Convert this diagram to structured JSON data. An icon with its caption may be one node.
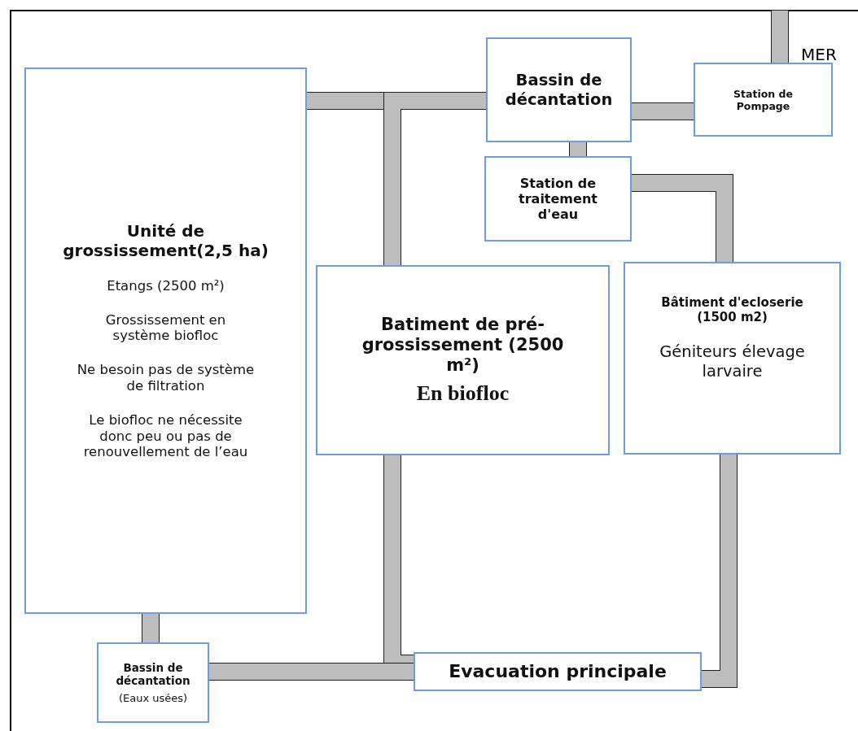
{
  "diagram": {
    "nodes": [
      {
        "text": [
          "Unité de grossissement(2,5 ha)",
          "Etangs (2500 m²)",
          "Grossissement en système biofloc",
          "Ne besoin pas de système de filtration",
          "Le biofloc ne nécessite donc peu ou pas de renouvellement de l’eau"
        ]
      },
      {
        "text": [
          "Bassin de décantation"
        ]
      },
      {
        "text": [
          "Station de Pompage"
        ]
      },
      {
        "text": [
          "Station de traitement d'eau"
        ]
      },
      {
        "text": [
          "Batiment de pré-grossissement (2500 m²)",
          "En biofloc"
        ]
      },
      {
        "text": [
          "Bâtiment d'ecloserie (1500 m2)",
          "Géniteurs élevage larvaire"
        ]
      },
      {
        "text": [
          "Bassin de décantation",
          "(Eaux usées)"
        ]
      },
      {
        "text": [
          "Evacuation principale"
        ]
      }
    ],
    "edges": [
      {
        "from": 0,
        "to": 1,
        "arrow": "none"
      },
      {
        "from": 1,
        "to": 4,
        "arrow": "none"
      },
      {
        "from": 4,
        "to": 7,
        "arrow": "none"
      },
      {
        "from": 6,
        "to": 7,
        "arrow": "none"
      },
      {
        "from": 1,
        "to": 2,
        "arrow": "none"
      },
      {
        "from": 1,
        "to": 3,
        "arrow": "none"
      },
      {
        "from": 3,
        "to": 5,
        "arrow": "none"
      },
      {
        "from": 5,
        "to": 7,
        "arrow": "none"
      },
      {
        "from": 0,
        "to": 6,
        "arrow": "none"
      },
      {
        "from": null,
        "to": 2,
        "arrow": "none"
      }
    ],
    "labels": [
      "MER"
    ]
  }
}
